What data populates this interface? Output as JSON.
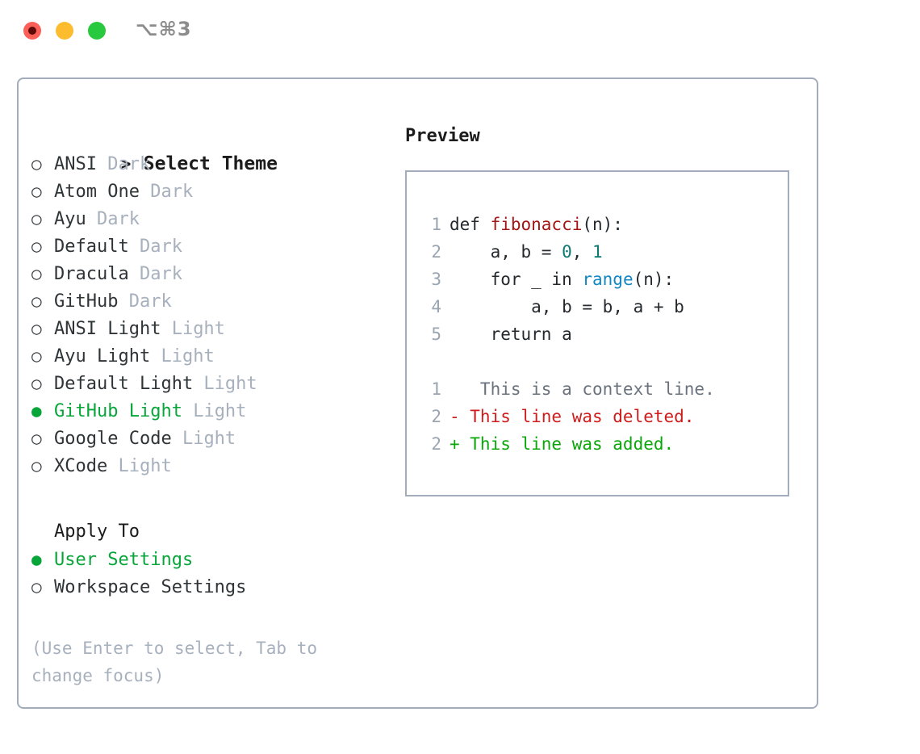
{
  "titlebar": {
    "shortcut": "⌥⌘3",
    "traffic_lights": [
      {
        "name": "close",
        "color": "#fb5f57"
      },
      {
        "name": "minimize",
        "color": "#fcbc2e"
      },
      {
        "name": "maximize",
        "color": "#28c83f"
      }
    ],
    "recording_core_color": "#5e0b08"
  },
  "colors": {
    "accent_green": "#08a63a",
    "muted": "#a7b0bd",
    "border": "#a3acba",
    "text": "#2f3437"
  },
  "theme_panel": {
    "heading_prefix": ">",
    "heading": "Select Theme",
    "bullet_unselected": "○",
    "bullet_selected": "●",
    "items": [
      {
        "name": "ANSI",
        "tag": "Dark",
        "selected": false
      },
      {
        "name": "Atom One",
        "tag": "Dark",
        "selected": false
      },
      {
        "name": "Ayu",
        "tag": "Dark",
        "selected": false
      },
      {
        "name": "Default",
        "tag": "Dark",
        "selected": false
      },
      {
        "name": "Dracula",
        "tag": "Dark",
        "selected": false
      },
      {
        "name": "GitHub",
        "tag": "Dark",
        "selected": false
      },
      {
        "name": "ANSI Light",
        "tag": "Light",
        "selected": false
      },
      {
        "name": "Ayu Light",
        "tag": "Light",
        "selected": false
      },
      {
        "name": "Default Light",
        "tag": "Light",
        "selected": false
      },
      {
        "name": "GitHub Light",
        "tag": "Light",
        "selected": true
      },
      {
        "name": "Google Code",
        "tag": "Light",
        "selected": false
      },
      {
        "name": "XCode",
        "tag": "Light",
        "selected": false
      }
    ]
  },
  "apply_to": {
    "heading": "Apply To",
    "options": [
      {
        "label": "User Settings",
        "selected": true
      },
      {
        "label": "Workspace Settings",
        "selected": false
      }
    ]
  },
  "hint": "(Use Enter to select, Tab to change focus)",
  "preview": {
    "title": "Preview",
    "code_lines": [
      {
        "no": "1",
        "tokens": [
          {
            "t": "def ",
            "k": "plain"
          },
          {
            "t": "fibonacci",
            "k": "fn"
          },
          {
            "t": "(n):",
            "k": "plain"
          }
        ]
      },
      {
        "no": "2",
        "tokens": [
          {
            "t": "    a, b = ",
            "k": "plain"
          },
          {
            "t": "0",
            "k": "num"
          },
          {
            "t": ", ",
            "k": "plain"
          },
          {
            "t": "1",
            "k": "num"
          }
        ]
      },
      {
        "no": "3",
        "tokens": [
          {
            "t": "    for _ in ",
            "k": "plain"
          },
          {
            "t": "range",
            "k": "call"
          },
          {
            "t": "(n):",
            "k": "plain"
          }
        ]
      },
      {
        "no": "4",
        "tokens": [
          {
            "t": "        a, b = b, a + b",
            "k": "plain"
          }
        ]
      },
      {
        "no": "5",
        "tokens": [
          {
            "t": "    return a",
            "k": "plain"
          }
        ]
      }
    ],
    "diff_lines": [
      {
        "no": "1",
        "marker": " ",
        "text": "  This is a context line.",
        "kind": "ctx"
      },
      {
        "no": "2",
        "marker": "-",
        "text": " This line was deleted.",
        "kind": "del"
      },
      {
        "no": "2",
        "marker": "+",
        "text": " This line was added.",
        "kind": "add"
      }
    ]
  }
}
